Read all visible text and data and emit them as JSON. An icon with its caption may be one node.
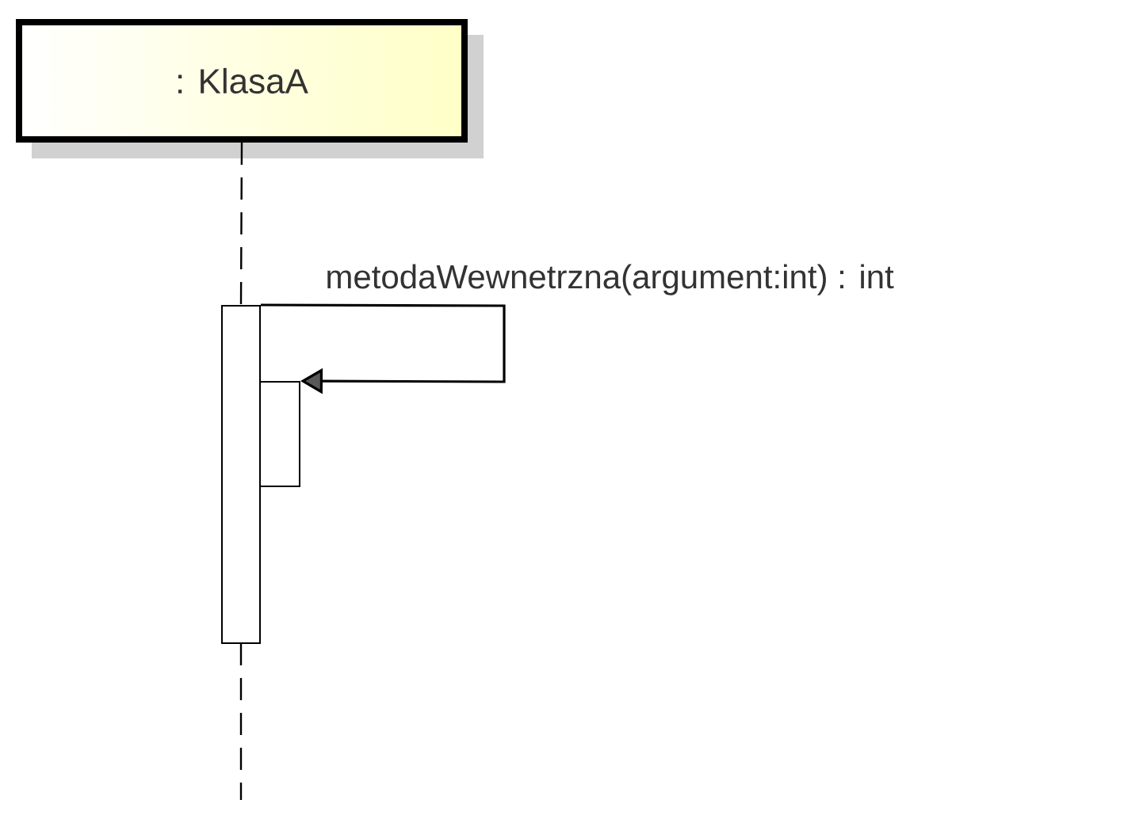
{
  "diagram": {
    "nodes": [
      {
        "text": [
          ": KlasaA"
        ]
      },
      {
        "text": [],
        "shape": "bar"
      },
      {
        "text": [],
        "shape": "bar"
      }
    ],
    "edges": [
      {
        "from": 0,
        "to": 1,
        "arrow": "none",
        "style": "dashed"
      },
      {
        "from": 1,
        "to": 2,
        "arrow": "to",
        "label": "metodaWewnetrzna(argument:int) : int"
      }
    ]
  }
}
